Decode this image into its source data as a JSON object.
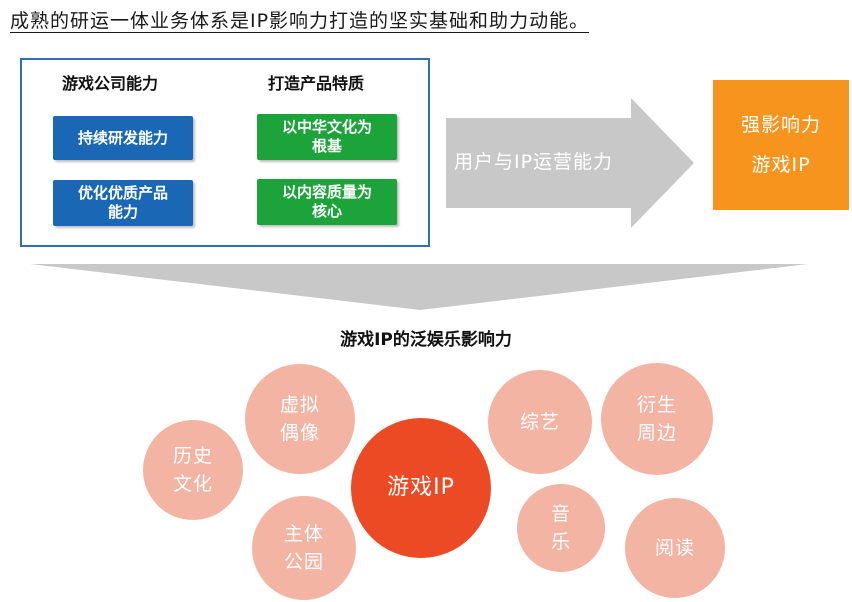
{
  "headline": "成熟的研运一体业务体系是IP影响力打造的坚实基础和助力动能。",
  "capability_box": {
    "left_title": "游戏公司能力",
    "right_title": "打造产品特质",
    "left_items": [
      "持续研发能力",
      "优化优质产品\n能力"
    ],
    "right_items": [
      "以中华文化为\n根基",
      "以内容质量为\n核心"
    ]
  },
  "arrow_label": "用户与IP运营能力",
  "result_box": {
    "line1": "强影响力",
    "line2": "游戏IP"
  },
  "section_title": "游戏IP的泛娱乐影响力",
  "circles": {
    "center": "游戏IP",
    "history": "历史\n文化",
    "idol": "虚拟\n偶像",
    "park": "主体\n公园",
    "variety": "综艺",
    "music": "音\n乐",
    "derivative": "衍生\n周边",
    "reading": "阅读"
  },
  "colors": {
    "blue_box": "#1a67b5",
    "green_box": "#1ca33a",
    "orange_box": "#f7941d",
    "gray_arrow": "#c8c8c8",
    "center_circle": "#ec4a25",
    "satellite_circle": "#f4b4a4"
  }
}
